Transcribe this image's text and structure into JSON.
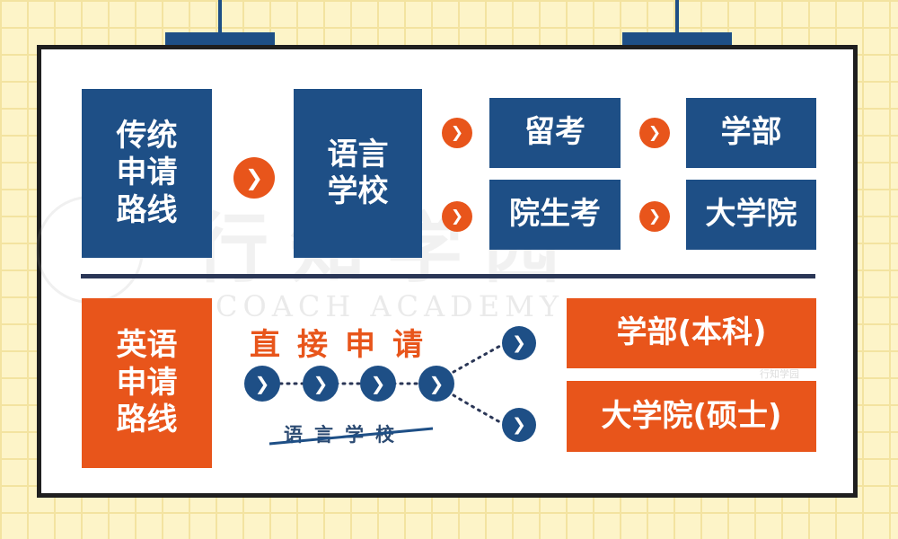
{
  "traditional": {
    "route_label": "传统\n申请\n路线",
    "language_school": "语言\n学校",
    "ryuko": "留考",
    "graduate_exam": "院生考",
    "undergrad": "学部",
    "graduate": "大学院"
  },
  "english": {
    "route_label": "英语\n申请\n路线",
    "direct_apply": "直接申请",
    "skipped_language_school": "语言学校",
    "undergrad_bachelor": "学部(本科)",
    "graduate_master": "大学院(硕士)"
  },
  "watermark": {
    "main": "行知学园",
    "sub": "COACH ACADEMY",
    "small": "行知学园"
  },
  "colors": {
    "navy": "#1e4f86",
    "orange": "#e8551b",
    "board": "#ffffff",
    "background": "#fdf4c8"
  },
  "icons": {
    "arrow": "chevron-right-circle-icon"
  }
}
